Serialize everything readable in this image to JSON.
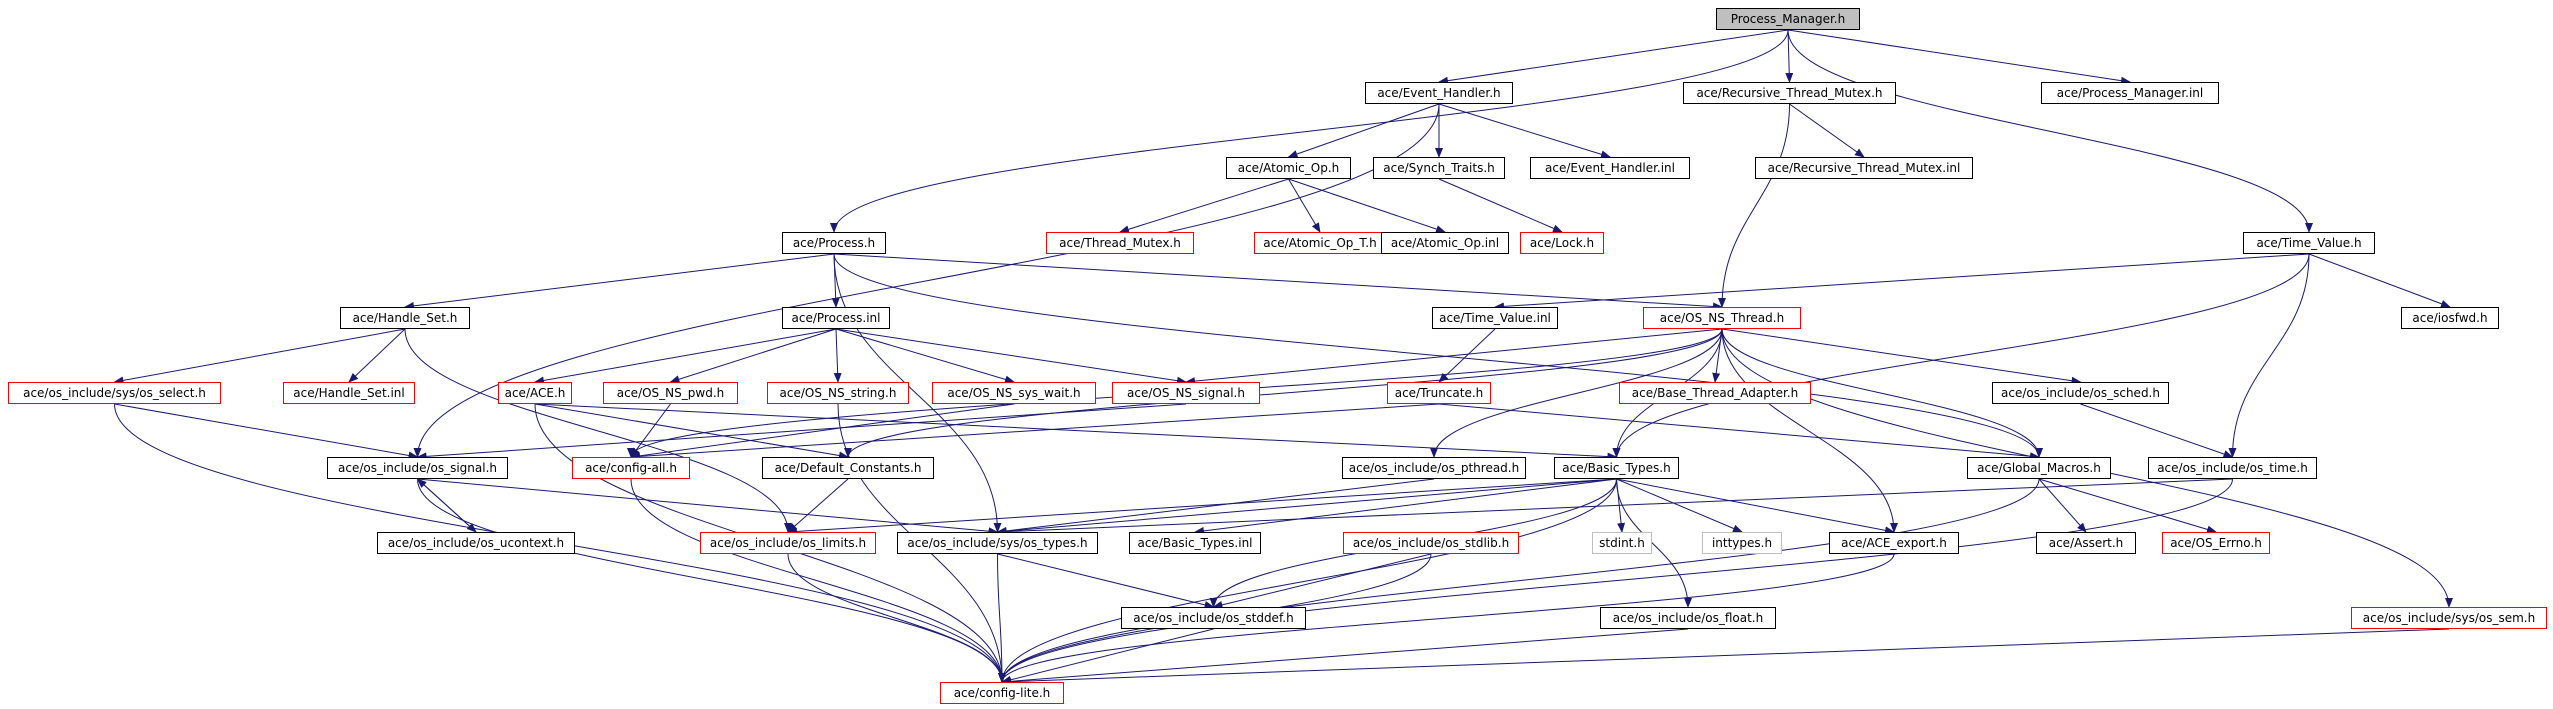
{
  "graph": {
    "edge_color": "#191970",
    "border_colors": {
      "normal": "#000000",
      "red": "#ff0000",
      "gray": "#bfbfbf"
    },
    "root_fill": "#bfbfbf",
    "nodes": [
      {
        "id": "pm_h",
        "label": "Process_Manager.h",
        "style": "root"
      },
      {
        "id": "event_handler_h",
        "label": "ace/Event_Handler.h",
        "style": "normal"
      },
      {
        "id": "rtm_h",
        "label": "ace/Recursive_Thread_Mutex.h",
        "style": "normal"
      },
      {
        "id": "pm_inl",
        "label": "ace/Process_Manager.inl",
        "style": "normal"
      },
      {
        "id": "atomic_op_h",
        "label": "ace/Atomic_Op.h",
        "style": "normal"
      },
      {
        "id": "synch_traits_h",
        "label": "ace/Synch_Traits.h",
        "style": "normal"
      },
      {
        "id": "event_handler_inl",
        "label": "ace/Event_Handler.inl",
        "style": "normal"
      },
      {
        "id": "rtm_inl",
        "label": "ace/Recursive_Thread_Mutex.inl",
        "style": "normal"
      },
      {
        "id": "process_h",
        "label": "ace/Process.h",
        "style": "normal"
      },
      {
        "id": "thread_mutex_h",
        "label": "ace/Thread_Mutex.h",
        "style": "red"
      },
      {
        "id": "atomic_op_t_h",
        "label": "ace/Atomic_Op_T.h",
        "style": "red"
      },
      {
        "id": "atomic_op_inl",
        "label": "ace/Atomic_Op.inl",
        "style": "normal"
      },
      {
        "id": "lock_h",
        "label": "ace/Lock.h",
        "style": "red"
      },
      {
        "id": "time_value_h",
        "label": "ace/Time_Value.h",
        "style": "normal"
      },
      {
        "id": "handle_set_h",
        "label": "ace/Handle_Set.h",
        "style": "normal"
      },
      {
        "id": "process_inl",
        "label": "ace/Process.inl",
        "style": "normal"
      },
      {
        "id": "time_value_inl",
        "label": "ace/Time_Value.inl",
        "style": "normal"
      },
      {
        "id": "os_ns_thread_h",
        "label": "ace/OS_NS_Thread.h",
        "style": "red"
      },
      {
        "id": "iosfwd_h",
        "label": "ace/iosfwd.h",
        "style": "normal"
      },
      {
        "id": "os_select_h",
        "label": "ace/os_include/sys/os_select.h",
        "style": "red"
      },
      {
        "id": "handle_set_inl",
        "label": "ace/Handle_Set.inl",
        "style": "red"
      },
      {
        "id": "ace_h",
        "label": "ace/ACE.h",
        "style": "red"
      },
      {
        "id": "os_ns_pwd_h",
        "label": "ace/OS_NS_pwd.h",
        "style": "red"
      },
      {
        "id": "os_ns_string_h",
        "label": "ace/OS_NS_string.h",
        "style": "red"
      },
      {
        "id": "os_ns_sys_wait_h",
        "label": "ace/OS_NS_sys_wait.h",
        "style": "red"
      },
      {
        "id": "os_ns_signal_h",
        "label": "ace/OS_NS_signal.h",
        "style": "red"
      },
      {
        "id": "truncate_h",
        "label": "ace/Truncate.h",
        "style": "red"
      },
      {
        "id": "base_thread_adapter_h",
        "label": "ace/Base_Thread_Adapter.h",
        "style": "red"
      },
      {
        "id": "os_sched_h",
        "label": "ace/os_include/os_sched.h",
        "style": "normal"
      },
      {
        "id": "os_signal_h",
        "label": "ace/os_include/os_signal.h",
        "style": "normal"
      },
      {
        "id": "config_all_h",
        "label": "ace/config-all.h",
        "style": "red"
      },
      {
        "id": "default_constants_h",
        "label": "ace/Default_Constants.h",
        "style": "normal"
      },
      {
        "id": "os_pthread_h",
        "label": "ace/os_include/os_pthread.h",
        "style": "normal"
      },
      {
        "id": "basic_types_h",
        "label": "ace/Basic_Types.h",
        "style": "normal"
      },
      {
        "id": "global_macros_h",
        "label": "ace/Global_Macros.h",
        "style": "normal"
      },
      {
        "id": "os_time_h",
        "label": "ace/os_include/os_time.h",
        "style": "normal"
      },
      {
        "id": "os_ucontext_h",
        "label": "ace/os_include/os_ucontext.h",
        "style": "normal"
      },
      {
        "id": "os_limits_h",
        "label": "ace/os_include/os_limits.h",
        "style": "red"
      },
      {
        "id": "os_types_h",
        "label": "ace/os_include/sys/os_types.h",
        "style": "normal"
      },
      {
        "id": "basic_types_inl",
        "label": "ace/Basic_Types.inl",
        "style": "normal"
      },
      {
        "id": "os_stdlib_h",
        "label": "ace/os_include/os_stdlib.h",
        "style": "red"
      },
      {
        "id": "stdint_h",
        "label": "stdint.h",
        "style": "gray"
      },
      {
        "id": "inttypes_h",
        "label": "inttypes.h",
        "style": "gray"
      },
      {
        "id": "ace_export_h",
        "label": "ace/ACE_export.h",
        "style": "normal"
      },
      {
        "id": "assert_h",
        "label": "ace/Assert.h",
        "style": "normal"
      },
      {
        "id": "os_errno_h",
        "label": "ace/OS_Errno.h",
        "style": "red"
      },
      {
        "id": "os_stddef_h",
        "label": "ace/os_include/os_stddef.h",
        "style": "normal"
      },
      {
        "id": "os_float_h",
        "label": "ace/os_include/os_float.h",
        "style": "normal"
      },
      {
        "id": "os_sem_h",
        "label": "ace/os_include/sys/os_sem.h",
        "style": "red"
      },
      {
        "id": "config_lite_h",
        "label": "ace/config-lite.h",
        "style": "red"
      }
    ],
    "edges": [
      [
        "pm_h",
        "event_handler_h"
      ],
      [
        "pm_h",
        "rtm_h"
      ],
      [
        "pm_h",
        "pm_inl"
      ],
      [
        "pm_h",
        "process_h"
      ],
      [
        "pm_h",
        "time_value_h"
      ],
      [
        "event_handler_h",
        "atomic_op_h"
      ],
      [
        "event_handler_h",
        "synch_traits_h"
      ],
      [
        "event_handler_h",
        "event_handler_inl"
      ],
      [
        "event_handler_h",
        "os_signal_h"
      ],
      [
        "rtm_h",
        "rtm_inl"
      ],
      [
        "rtm_h",
        "os_ns_thread_h"
      ],
      [
        "atomic_op_h",
        "thread_mutex_h"
      ],
      [
        "atomic_op_h",
        "atomic_op_t_h"
      ],
      [
        "atomic_op_h",
        "atomic_op_inl"
      ],
      [
        "synch_traits_h",
        "lock_h"
      ],
      [
        "process_h",
        "handle_set_h"
      ],
      [
        "process_h",
        "process_inl"
      ],
      [
        "process_h",
        "os_ns_thread_h"
      ],
      [
        "process_h",
        "os_types_h"
      ],
      [
        "process_h",
        "global_macros_h"
      ],
      [
        "time_value_h",
        "time_value_inl"
      ],
      [
        "time_value_h",
        "iosfwd_h"
      ],
      [
        "time_value_h",
        "basic_types_h"
      ],
      [
        "time_value_h",
        "os_time_h"
      ],
      [
        "handle_set_h",
        "os_select_h"
      ],
      [
        "handle_set_h",
        "handle_set_inl"
      ],
      [
        "handle_set_h",
        "os_limits_h"
      ],
      [
        "process_inl",
        "ace_h"
      ],
      [
        "process_inl",
        "os_ns_pwd_h"
      ],
      [
        "process_inl",
        "os_ns_string_h"
      ],
      [
        "process_inl",
        "os_ns_sys_wait_h"
      ],
      [
        "process_inl",
        "os_ns_signal_h"
      ],
      [
        "time_value_inl",
        "truncate_h"
      ],
      [
        "os_ns_thread_h",
        "os_ns_signal_h"
      ],
      [
        "os_ns_thread_h",
        "base_thread_adapter_h"
      ],
      [
        "os_ns_thread_h",
        "os_sched_h"
      ],
      [
        "os_ns_thread_h",
        "config_all_h"
      ],
      [
        "os_ns_thread_h",
        "default_constants_h"
      ],
      [
        "os_ns_thread_h",
        "os_pthread_h"
      ],
      [
        "os_ns_thread_h",
        "basic_types_h"
      ],
      [
        "os_ns_thread_h",
        "global_macros_h"
      ],
      [
        "os_ns_thread_h",
        "ace_export_h"
      ],
      [
        "os_ns_thread_h",
        "os_sem_h"
      ],
      [
        "os_select_h",
        "os_signal_h"
      ],
      [
        "os_select_h",
        "config_lite_h"
      ],
      [
        "ace_h",
        "default_constants_h"
      ],
      [
        "ace_h",
        "basic_types_h"
      ],
      [
        "ace_h",
        "config_lite_h"
      ],
      [
        "os_ns_pwd_h",
        "config_all_h"
      ],
      [
        "os_ns_string_h",
        "config_lite_h"
      ],
      [
        "os_ns_sys_wait_h",
        "config_all_h"
      ],
      [
        "os_ns_signal_h",
        "os_signal_h"
      ],
      [
        "truncate_h",
        "config_all_h"
      ],
      [
        "truncate_h",
        "global_macros_h"
      ],
      [
        "os_sched_h",
        "os_time_h"
      ],
      [
        "os_signal_h",
        "os_ucontext_h"
      ],
      [
        "os_signal_h",
        "os_types_h"
      ],
      [
        "os_signal_h",
        "config_lite_h"
      ],
      [
        "os_ucontext_h",
        "os_signal_h"
      ],
      [
        "config_all_h",
        "config_lite_h"
      ],
      [
        "default_constants_h",
        "os_limits_h"
      ],
      [
        "os_pthread_h",
        "os_types_h"
      ],
      [
        "basic_types_h",
        "os_limits_h"
      ],
      [
        "basic_types_h",
        "os_types_h"
      ],
      [
        "basic_types_h",
        "basic_types_inl"
      ],
      [
        "basic_types_h",
        "stdint_h"
      ],
      [
        "basic_types_h",
        "inttypes_h"
      ],
      [
        "basic_types_h",
        "ace_export_h"
      ],
      [
        "basic_types_h",
        "os_stddef_h"
      ],
      [
        "basic_types_h",
        "os_float_h"
      ],
      [
        "basic_types_h",
        "config_lite_h"
      ],
      [
        "global_macros_h",
        "assert_h"
      ],
      [
        "global_macros_h",
        "os_errno_h"
      ],
      [
        "global_macros_h",
        "config_lite_h"
      ],
      [
        "os_time_h",
        "os_types_h"
      ],
      [
        "os_time_h",
        "config_lite_h"
      ],
      [
        "os_limits_h",
        "config_lite_h"
      ],
      [
        "os_types_h",
        "os_stddef_h"
      ],
      [
        "os_types_h",
        "config_lite_h"
      ],
      [
        "os_stdlib_h",
        "os_stddef_h"
      ],
      [
        "os_stdlib_h",
        "config_lite_h"
      ],
      [
        "ace_export_h",
        "config_lite_h"
      ],
      [
        "os_stddef_h",
        "config_lite_h"
      ],
      [
        "os_float_h",
        "config_lite_h"
      ],
      [
        "os_sem_h",
        "config_lite_h"
      ]
    ]
  }
}
